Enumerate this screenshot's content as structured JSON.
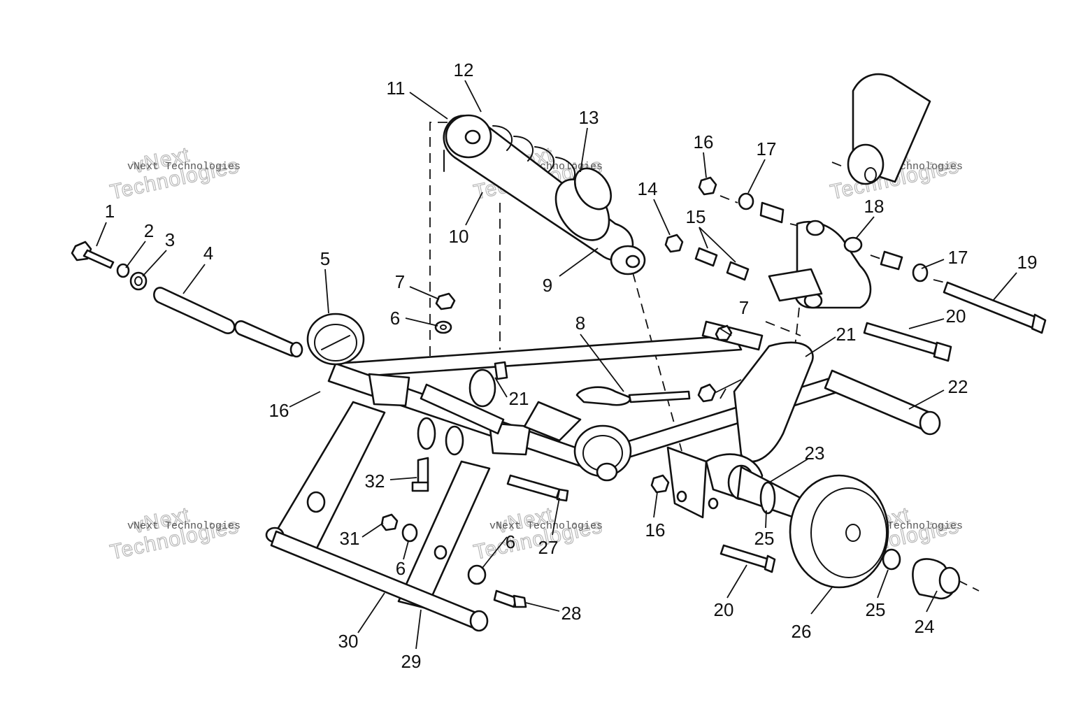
{
  "diagram": {
    "watermark": {
      "line1": "vNext",
      "line2": "Technologies",
      "full": "vNext Technologies"
    },
    "callouts": [
      {
        "label": "1"
      },
      {
        "label": "2"
      },
      {
        "label": "3"
      },
      {
        "label": "4"
      },
      {
        "label": "5"
      },
      {
        "label": "6"
      },
      {
        "label": "7"
      },
      {
        "label": "8"
      },
      {
        "label": "9"
      },
      {
        "label": "10"
      },
      {
        "label": "11"
      },
      {
        "label": "12"
      },
      {
        "label": "13"
      },
      {
        "label": "14"
      },
      {
        "label": "15"
      },
      {
        "label": "16"
      },
      {
        "label": "17"
      },
      {
        "label": "18"
      },
      {
        "label": "19"
      },
      {
        "label": "20"
      },
      {
        "label": "21"
      },
      {
        "label": "22"
      },
      {
        "label": "23"
      },
      {
        "label": "24"
      },
      {
        "label": "25"
      },
      {
        "label": "26"
      },
      {
        "label": "27"
      },
      {
        "label": "28"
      },
      {
        "label": "29"
      },
      {
        "label": "30"
      },
      {
        "label": "31"
      },
      {
        "label": "32"
      }
    ]
  }
}
